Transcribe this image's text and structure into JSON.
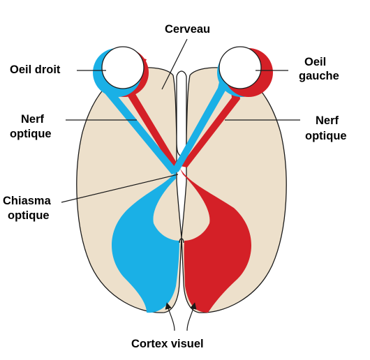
{
  "labels": {
    "cerveau": "Cerveau",
    "oeil_droit": "Oeil droit",
    "oeil_gauche_l1": "Oeil",
    "oeil_gauche_l2": "gauche",
    "nerf_gauche_l1": "Nerf",
    "nerf_gauche_l2": "optique",
    "nerf_droit_l1": "Nerf",
    "nerf_droit_l2": "optique",
    "chiasma_l1": "Chiasma",
    "chiasma_l2": "optique",
    "cortex": "Cortex visuel"
  },
  "colors": {
    "brain_fill": "#ede0cb",
    "outline": "#1a1a1a",
    "blue": "#1ab0e6",
    "red": "#d42027",
    "eye_white": "#ffffff",
    "text": "#000000"
  }
}
